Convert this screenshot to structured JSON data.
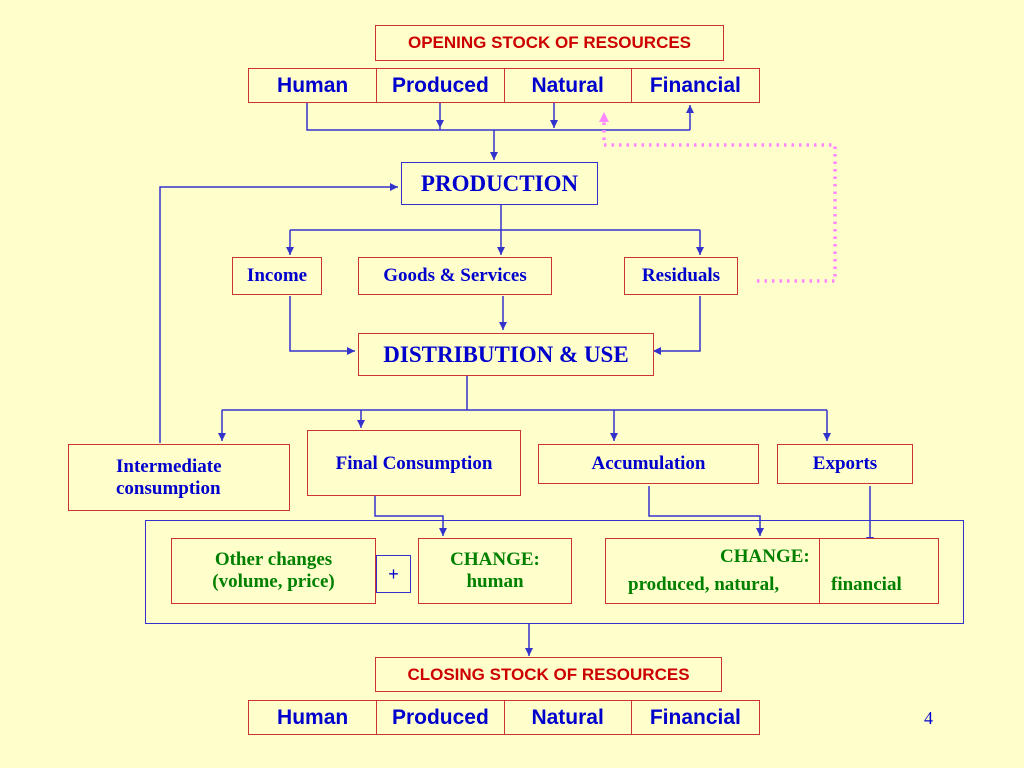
{
  "opening": {
    "title": "OPENING STOCK OF RESOURCES",
    "cells": [
      "Human",
      "Produced",
      "Natural",
      "Financial"
    ]
  },
  "production": "PRODUCTION",
  "outputs": {
    "income": "Income",
    "goods": "Goods & Services",
    "residuals": "Residuals"
  },
  "distribution": "DISTRIBUTION & USE",
  "uses": {
    "intermediate_line1": "Intermediate",
    "intermediate_line2": "consumption",
    "final": "Final Consumption",
    "accumulation": "Accumulation",
    "exports": "Exports"
  },
  "changes": {
    "other_line1": "Other changes",
    "other_line2": "(volume, price)",
    "plus": "+",
    "human_line1": "CHANGE:",
    "human_line2": "human",
    "pnf_line1": "CHANGE:",
    "pnf_line2": "produced, natural,",
    "financial": "financial"
  },
  "closing": {
    "title": "CLOSING STOCK OF RESOURCES",
    "cells": [
      "Human",
      "Produced",
      "Natural",
      "Financial"
    ]
  },
  "page_number": "4",
  "colors": {
    "background": "#FFFFCC",
    "arrow": "#3333CC",
    "box_border": "#CC3333",
    "dotted": "#FF88FF",
    "title_text": "#CC0000",
    "text": "#0000CC",
    "green_text": "#008000"
  }
}
